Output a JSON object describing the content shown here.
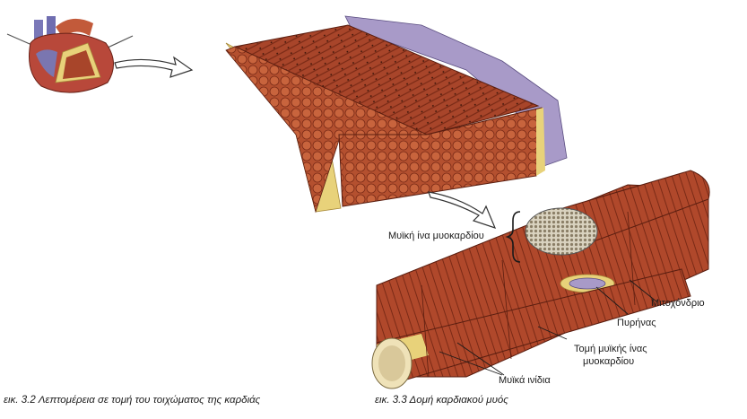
{
  "labels": {
    "fiber": "Μυϊκή ίνα μυοκαρδίου",
    "mitochondria": "Μιτοχόνδριο",
    "nucleus": "Πυρήνας",
    "section_line1": "Τομή μυϊκής ίνας",
    "section_line2": "μυοκαρδίου",
    "myofibrils": "Μυϊκά ινίδια"
  },
  "captions": {
    "left": "εικ. 3.2 Λεπτομέρεια σε τομή του τοιχώματος της καρδιάς",
    "right": "εικ. 3.3 Δομή καρδιακού μυός"
  },
  "colors": {
    "muscle": "#a8452a",
    "muscle_dark": "#7a2a16",
    "fat": "#e8d27a",
    "endothelium": "#a89ac8",
    "heart": "#b8483a"
  }
}
